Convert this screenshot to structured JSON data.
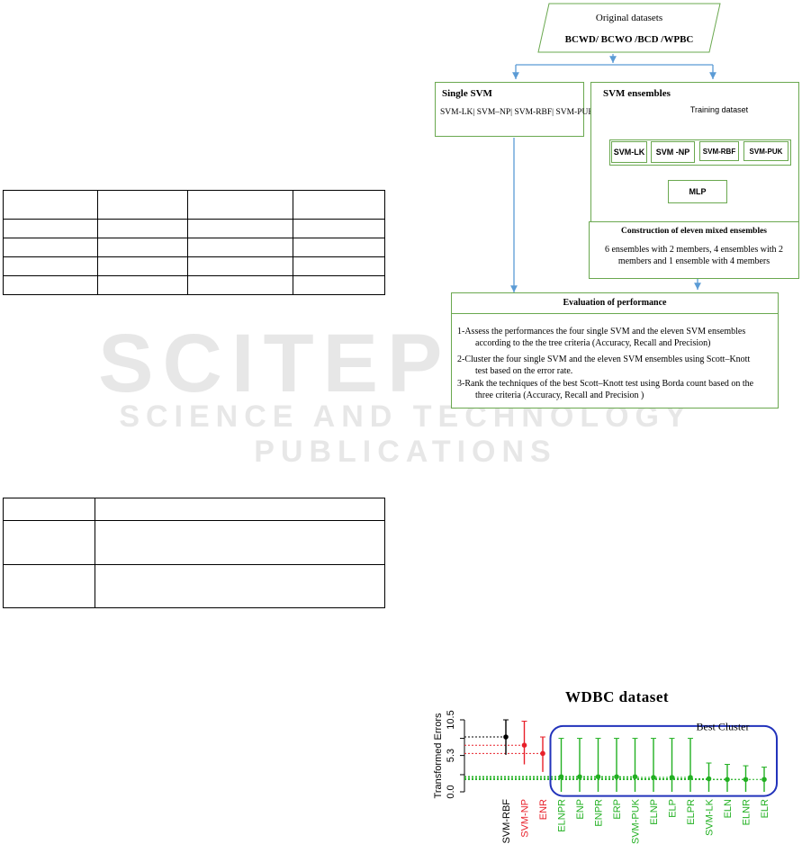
{
  "flowchart": {
    "original": {
      "title": "Original datasets",
      "datasets": "BCWD/ BCWO /BCD /WPBC"
    },
    "single_svm": {
      "title": "Single SVM",
      "members": "SVM-LK| SVM–NP| SVM-RBF| SVM-PUK"
    },
    "ensembles": {
      "title": "SVM ensembles",
      "training": "Training dataset",
      "members": [
        "SVM-LK",
        "SVM -NP",
        "SVM-RBF",
        "SVM-PUK"
      ],
      "mlp": "MLP"
    },
    "construction": {
      "title": "Construction of eleven mixed ensembles",
      "line1": "6 ensembles with 2 members, 4 ensembles with 2",
      "line2": "members and 1 ensemble with 4  members"
    },
    "evaluation": {
      "title": "Evaluation of performance",
      "step1_a": "1-Assess the performances the four single SVM and  the eleven SVM ensembles",
      "step1_b": "according to the the tree criteria (Accuracy, Recall and Precision)",
      "step2_a": "2-Cluster the four single SVM and  the eleven SVM ensembles using Scott–Knott",
      "step2_b": "test  based on  the error rate.",
      "step3_a": "3-Rank the techniques  of the best Scott–Knott test using Borda count based on the",
      "step3_b": "three criteria (Accuracy, Recall  and Precision )"
    }
  },
  "watermark": {
    "big": "SCITEPRESS",
    "sub": "SCIENCE AND TECHNOLOGY PUBLICATIONS"
  },
  "chart_title": "WDBC dataset",
  "chart_data": {
    "type": "scatter",
    "title": "WDBC dataset",
    "ylabel": "Transformed Errors",
    "ylim": [
      0,
      10.5
    ],
    "yticks": [
      "0.0",
      "2.5",
      "5.3",
      "7.8",
      "10.5"
    ],
    "annotation": "Best Cluster",
    "categories": [
      "SVM-RBF",
      "SVM-NP",
      "ENR",
      "ELNPR",
      "ENP",
      "ENPR",
      "ERP",
      "SVM-PUK",
      "ELNP",
      "ELP",
      "ELPR",
      "SVM-LK",
      "ELN",
      "ELNR",
      "ELR"
    ],
    "means": [
      8.0,
      6.8,
      5.6,
      2.2,
      2.2,
      2.2,
      2.2,
      2.2,
      2.1,
      2.1,
      2.1,
      1.9,
      1.8,
      1.8,
      1.8
    ],
    "lower": [
      5.4,
      4.0,
      2.9,
      0.0,
      0.0,
      0.0,
      0.0,
      0.0,
      0.0,
      0.0,
      0.0,
      0.0,
      0.0,
      0.0,
      0.0
    ],
    "upper": [
      10.5,
      10.3,
      8.0,
      7.8,
      7.8,
      7.8,
      7.8,
      7.8,
      7.8,
      7.8,
      7.8,
      4.2,
      4.0,
      3.8,
      3.6
    ],
    "clusters": [
      1,
      2,
      2,
      3,
      3,
      3,
      3,
      3,
      3,
      3,
      3,
      3,
      3,
      3,
      3
    ],
    "colors": {
      "cluster1": "#000000",
      "cluster2": "#e8202a",
      "cluster3": "#22b022",
      "box": "#2233bb"
    }
  }
}
